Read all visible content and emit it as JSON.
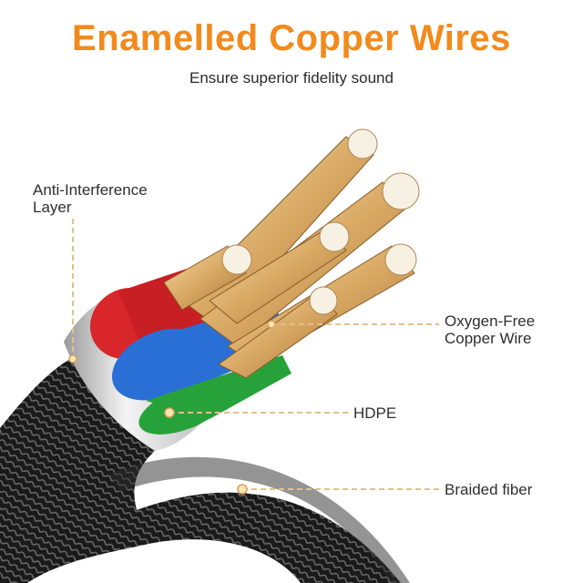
{
  "header": {
    "title": "Enamelled Copper Wires",
    "subtitle": "Ensure superior fidelity sound"
  },
  "callouts": [
    {
      "id": "anti-interference",
      "line1": "Anti-Interference",
      "line2": "Layer"
    },
    {
      "id": "oxygen-free",
      "line1": "Oxygen-Free",
      "line2": "Copper Wire"
    },
    {
      "id": "hdpe",
      "line1": "HDPE"
    },
    {
      "id": "braided",
      "line1": "Braided fiber"
    }
  ],
  "colors": {
    "accent": "#f28a1c",
    "leader_line": "#e3c08a",
    "copper": "#d9a964",
    "red_insulation": "#d8262b",
    "blue_insulation": "#2a6fd6",
    "green_insulation": "#27a23a",
    "silver_ring": "#d6d6d6",
    "braid": "#1d1d1d"
  }
}
